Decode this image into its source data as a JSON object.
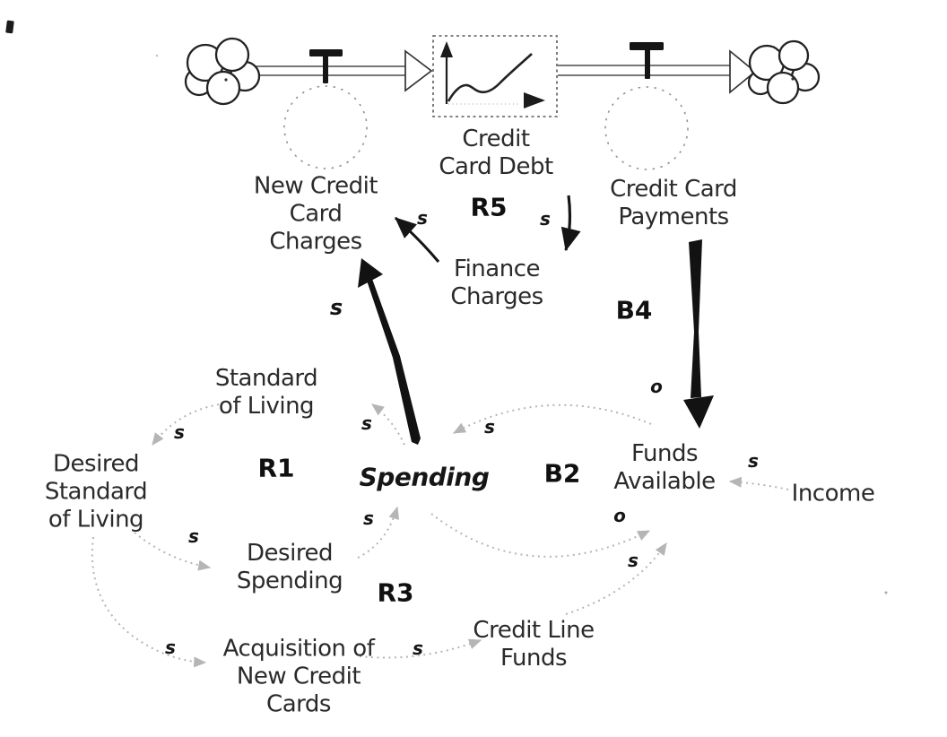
{
  "nodes": {
    "new_credit_card_charges": {
      "label": "New Credit\nCard\nCharges"
    },
    "credit_card_debt": {
      "label": "Credit\nCard Debt"
    },
    "credit_card_payments": {
      "label": "Credit Card\nPayments"
    },
    "finance_charges": {
      "label": "Finance\nCharges"
    },
    "standard_of_living": {
      "label": "Standard\nof Living"
    },
    "desired_standard_of_living": {
      "label": "Desired\nStandard\nof Living"
    },
    "desired_spending": {
      "label": "Desired\nSpending"
    },
    "spending": {
      "label": "Spending"
    },
    "funds_available": {
      "label": "Funds\nAvailable"
    },
    "income": {
      "label": "Income"
    },
    "acquisition_of_new_credit_cards": {
      "label": "Acquisition of\nNew Credit\nCards"
    },
    "credit_line_funds": {
      "label": "Credit Line\nFunds"
    }
  },
  "loop_labels": {
    "r1": "R1",
    "b2": "B2",
    "r3": "R3",
    "b4": "B4",
    "r5": "R5"
  },
  "polarity": {
    "s": "s",
    "o": "o"
  },
  "colors": {
    "ink": "#151515",
    "faint": "#b5b5b5"
  }
}
